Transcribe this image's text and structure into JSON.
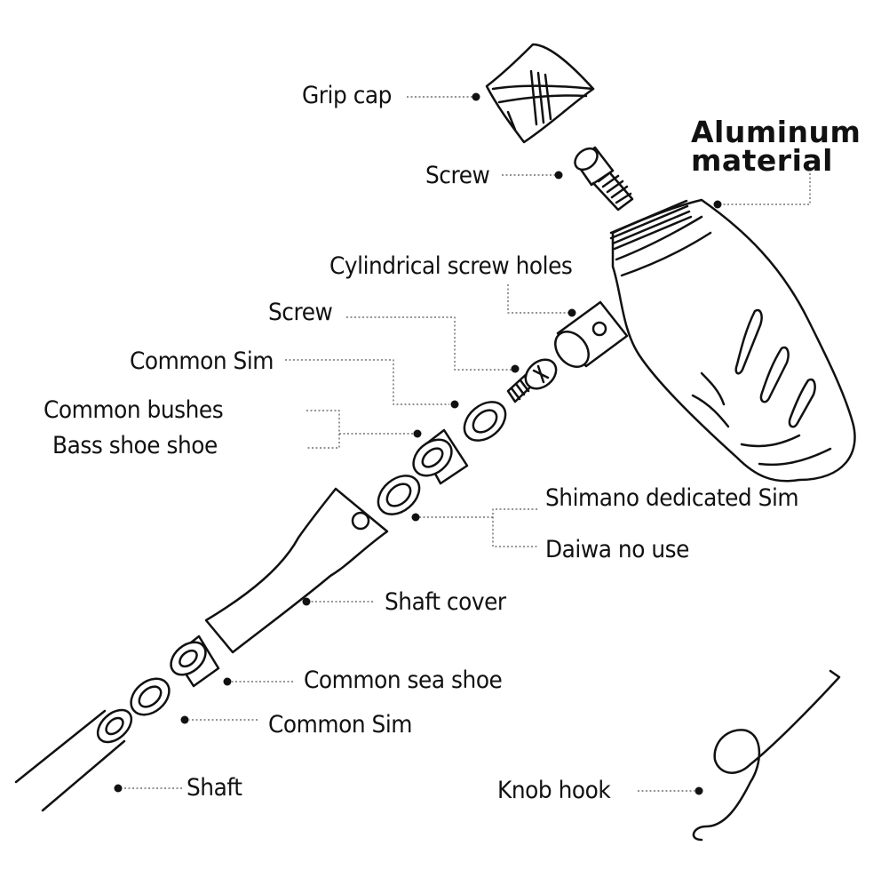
{
  "labels": {
    "grip_cap": "Grip cap",
    "screw_top": "Screw",
    "aluminum_line1": "Aluminum",
    "aluminum_line2": "material",
    "cylindrical_holes": "Cylindrical screw holes",
    "screw_mid": "Screw",
    "common_sim_1": "Common Sim",
    "common_bushes": "Common bushes",
    "bass_shoe": "Bass shoe shoe",
    "shimano": "Shimano dedicated Sim",
    "daiwa": "Daiwa no use",
    "shaft_cover": "Shaft cover",
    "common_sea_shoe": "Common sea shoe",
    "common_sim_2": "Common Sim",
    "shaft": "Shaft",
    "knob_hook": "Knob hook"
  },
  "colors": {
    "ink": "#111111",
    "leader": "#555555",
    "background": "#ffffff"
  }
}
